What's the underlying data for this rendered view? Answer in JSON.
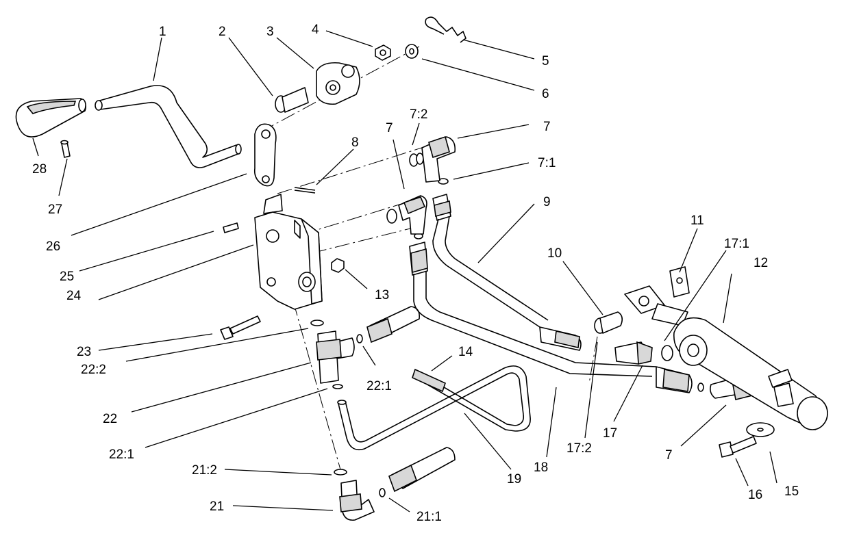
{
  "callouts": [
    {
      "id": "c1",
      "text": "1"
    },
    {
      "id": "c2",
      "text": "2"
    },
    {
      "id": "c3",
      "text": "3"
    },
    {
      "id": "c4",
      "text": "4"
    },
    {
      "id": "c5",
      "text": "5"
    },
    {
      "id": "c6",
      "text": "6"
    },
    {
      "id": "c7a",
      "text": "7"
    },
    {
      "id": "c7b",
      "text": "7"
    },
    {
      "id": "c7c",
      "text": "7"
    },
    {
      "id": "c7_2",
      "text": "7:2"
    },
    {
      "id": "c7_1",
      "text": "7:1"
    },
    {
      "id": "c8",
      "text": "8"
    },
    {
      "id": "c9",
      "text": "9"
    },
    {
      "id": "c10",
      "text": "10"
    },
    {
      "id": "c11",
      "text": "11"
    },
    {
      "id": "c12",
      "text": "12"
    },
    {
      "id": "c13",
      "text": "13"
    },
    {
      "id": "c14",
      "text": "14"
    },
    {
      "id": "c15",
      "text": "15"
    },
    {
      "id": "c16",
      "text": "16"
    },
    {
      "id": "c17",
      "text": "17"
    },
    {
      "id": "c17_1",
      "text": "17:1"
    },
    {
      "id": "c17_2",
      "text": "17:2"
    },
    {
      "id": "c18",
      "text": "18"
    },
    {
      "id": "c19",
      "text": "19"
    },
    {
      "id": "c21",
      "text": "21"
    },
    {
      "id": "c21_1",
      "text": "21:1"
    },
    {
      "id": "c21_2",
      "text": "21:2"
    },
    {
      "id": "c22",
      "text": "22"
    },
    {
      "id": "c22_1a",
      "text": "22:1"
    },
    {
      "id": "c22_1b",
      "text": "22:1"
    },
    {
      "id": "c22_2",
      "text": "22:2"
    },
    {
      "id": "c23",
      "text": "23"
    },
    {
      "id": "c24",
      "text": "24"
    },
    {
      "id": "c25",
      "text": "25"
    },
    {
      "id": "c26",
      "text": "26"
    },
    {
      "id": "c27",
      "text": "27"
    },
    {
      "id": "c28",
      "text": "28"
    }
  ]
}
